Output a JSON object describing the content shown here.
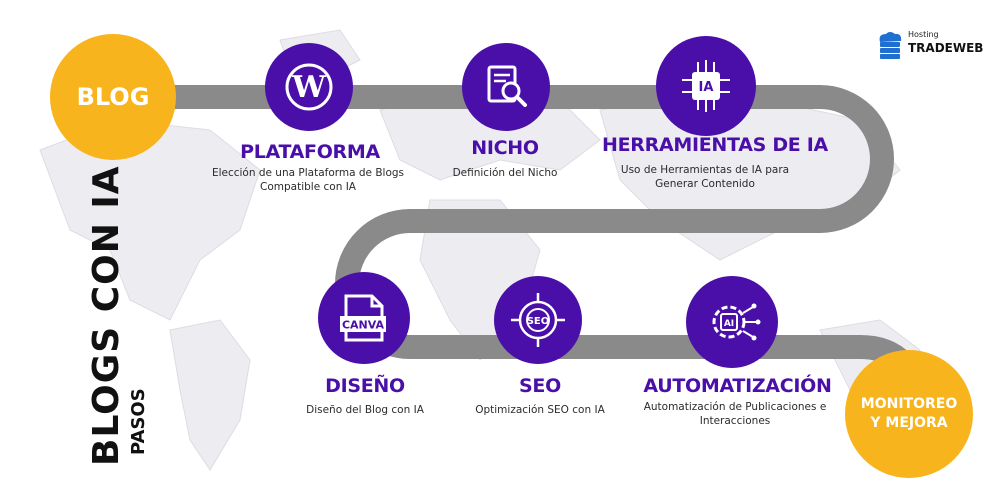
{
  "start": {
    "label": "BLOG"
  },
  "end": {
    "label": "MONITOREO Y MEJORA"
  },
  "vertical_title": "BLOGS CON IA",
  "vertical_subtitle": "PASOS",
  "brand": {
    "small": "Hosting",
    "name": "TRADEWEB"
  },
  "steps": [
    {
      "title": "PLATAFORMA",
      "desc": "Elección de una Plataforma de Blogs Compatible con IA",
      "icon": "wordpress-icon"
    },
    {
      "title": "NICHO",
      "desc": "Definición del Nicho",
      "icon": "document-search-icon"
    },
    {
      "title": "HERRAMIENTAS DE IA",
      "desc": "Uso de Herramientas de IA para Generar Contenido",
      "icon": "ai-chip-icon",
      "icon_text": "IA"
    },
    {
      "title": "DISEÑO",
      "desc": "Diseño del Blog con IA",
      "icon": "canva-icon",
      "icon_text": "CANVA"
    },
    {
      "title": "SEO",
      "desc": "Optimización SEO con IA",
      "icon": "seo-target-icon",
      "icon_text": "SEO"
    },
    {
      "title": "AUTOMATIZACIÓN",
      "desc": "Automatización de Publicaciones e Interacciones",
      "icon": "ai-gear-icon",
      "icon_text": "AI"
    }
  ],
  "colors": {
    "purple": "#4a0fa8",
    "orange": "#f8b41c",
    "road": "#8a8a8a",
    "map": "#e9e9ee"
  }
}
